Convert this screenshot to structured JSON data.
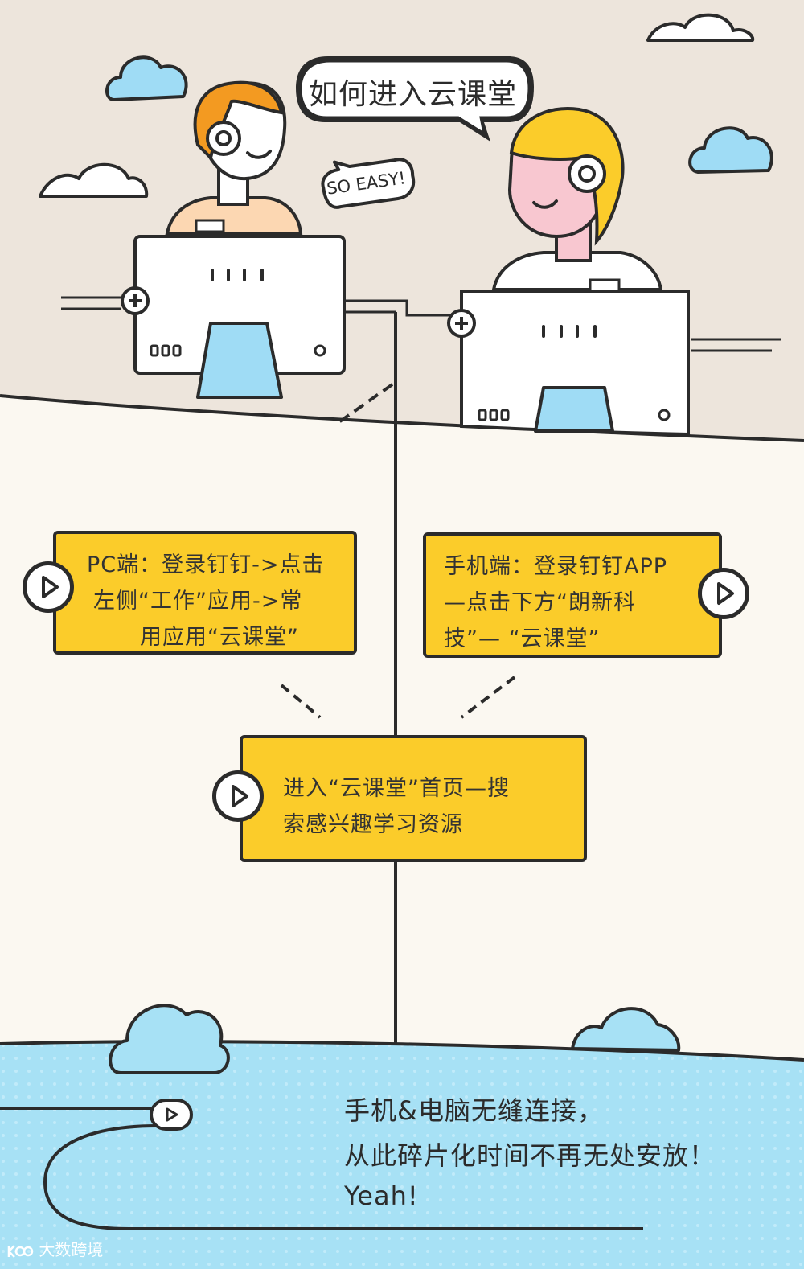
{
  "speech_bubble": {
    "text": "如何进入云课堂"
  },
  "small_bubble": {
    "text": "SO EASY!"
  },
  "step_pc": {
    "lines": [
      "PC端：登录钉钉->点击",
      "左侧“工作”应用->常",
      "用应用“云课堂”"
    ]
  },
  "step_mobile": {
    "lines": [
      "手机端：登录钉钉APP",
      "—点击下方“朗新科",
      "技”— “云课堂”"
    ]
  },
  "step_home": {
    "lines": [
      "进入“云课堂”首页—搜",
      "索感兴趣学习资源"
    ]
  },
  "footer_text": {
    "line1": "手机&电脑无缝连接，",
    "line2": "从此碎片化时间不再无处安放！",
    "line3": "Yeah!"
  },
  "watermark": {
    "text": "大数跨境"
  },
  "icons": [
    "play-icon",
    "plus-icon",
    "cloud-icon",
    "headphones-icon"
  ],
  "colors": {
    "top_background": "#ede5dc",
    "middle_background": "#fbf8f1",
    "bottom_background": "#a7e1f5",
    "step_box": "#fbcc2a",
    "screen_blue": "#9fdcf5",
    "hair_orange": "#f39a21",
    "hair_yellow": "#fbcc2a",
    "face_pink": "#f8c7d0",
    "outline": "#2b2b2b"
  }
}
